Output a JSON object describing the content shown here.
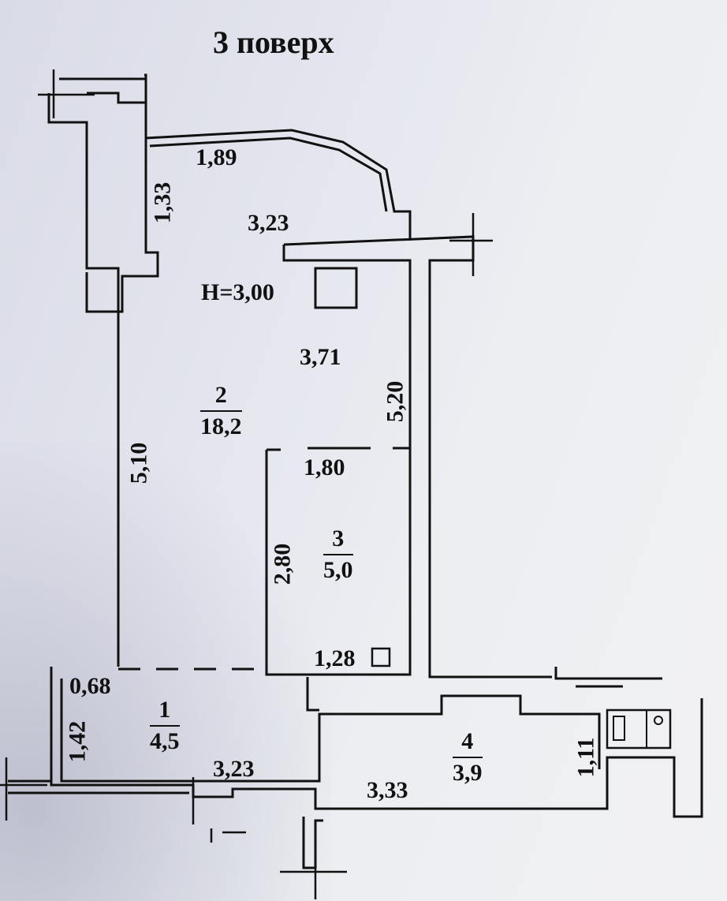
{
  "plan": {
    "title": "3 поверх",
    "height_label": "H=3,00"
  },
  "rooms": [
    {
      "number": "1",
      "area": "4,5"
    },
    {
      "number": "2",
      "area": "18,2"
    },
    {
      "number": "3",
      "area": "5,0"
    },
    {
      "number": "4",
      "area": "3,9"
    }
  ],
  "dimensions": {
    "d1": "1,89",
    "d2": "1,33",
    "d3": "3,23",
    "d4": "3,71",
    "d5": "5,20",
    "d6": "5,10",
    "d7": "1,80",
    "d8": "2,80",
    "d9": "1,28",
    "d10": "0,68",
    "d11": "1,42",
    "d12": "3,23",
    "d13": "3,33",
    "d14": "1,11"
  }
}
